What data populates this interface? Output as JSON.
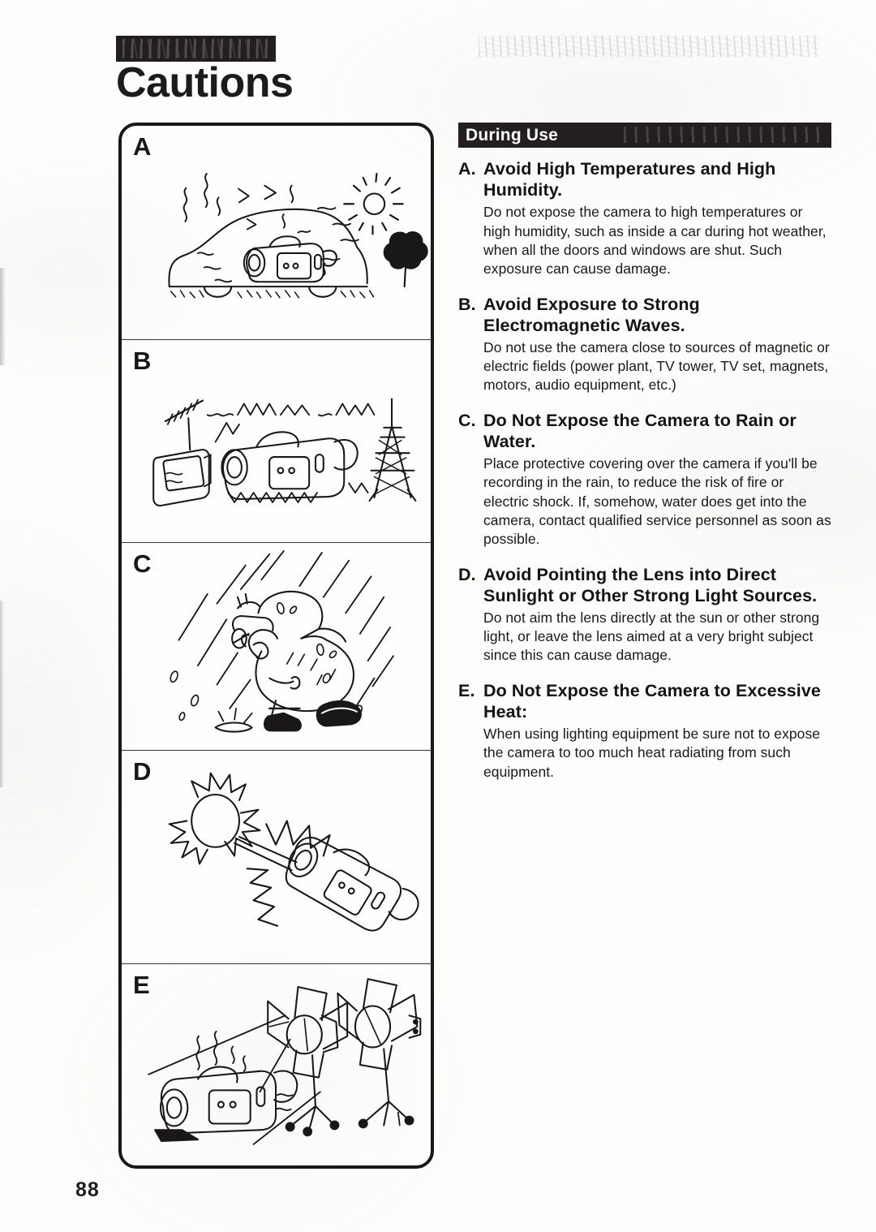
{
  "document": {
    "chapter_tab_label": "",
    "title": "Cautions",
    "page_number": "88"
  },
  "illustrations": {
    "frame_label": "cautions-illustration-frame",
    "panels": [
      {
        "letter": "A",
        "caption": "Camcorder left inside a closed car under hot sun with heat waves rising",
        "art": "camera-in-hot-car"
      },
      {
        "letter": "B",
        "caption": "Camcorder between a TV with antenna and a broadcast tower emitting electromagnetic waves",
        "art": "camera-near-electromagnetic-sources"
      },
      {
        "letter": "C",
        "caption": "Person recording with a camcorder in heavy rain",
        "art": "camera-in-rain"
      },
      {
        "letter": "D",
        "caption": "Camcorder lens aimed directly at the sun with glaring rays",
        "art": "camera-pointed-at-sun"
      },
      {
        "letter": "E",
        "caption": "Camcorder placed close to studio lighting equipment radiating heat",
        "art": "camera-near-lighting-equipment"
      }
    ]
  },
  "section": {
    "bar_label": "During Use",
    "entries": [
      {
        "marker": "A.",
        "title": "Avoid High Temperatures and High Humidity.",
        "body": "Do not expose the camera to high temperatures or high humidity, such as inside a car during hot weather, when all the doors and windows are shut.  Such exposure can cause damage."
      },
      {
        "marker": "B.",
        "title": "Avoid Exposure to Strong Electromagnetic Waves.",
        "body": "Do not use the camera close to sources of magnetic or electric fields (power plant, TV tower, TV set, magnets, motors, audio equipment, etc.)"
      },
      {
        "marker": "C.",
        "title": "Do Not Expose the Camera to Rain or Water.",
        "body": "Place protective covering over the camera if you'll be recording in the rain, to reduce the risk of fire or electric shock.  If, somehow, water does get into the camera, contact qualified service personnel as soon as possible."
      },
      {
        "marker": "D.",
        "title": "Avoid Pointing the Lens into Direct Sunlight or Other Strong Light Sources.",
        "body": "Do not aim the lens directly at the sun or other strong light, or leave the lens aimed at a very bright subject since this can cause damage."
      },
      {
        "marker": "E.",
        "title": "Do Not Expose the Camera to Excessive Heat:",
        "body": "When using lighting equipment be sure not to expose the camera  to too much heat radiating from such equipment."
      }
    ]
  },
  "colors": {
    "ink": "#1a1717",
    "paper": "#fdfdfc",
    "bar_background": "#241f1f",
    "bar_text": "#ffffff"
  }
}
